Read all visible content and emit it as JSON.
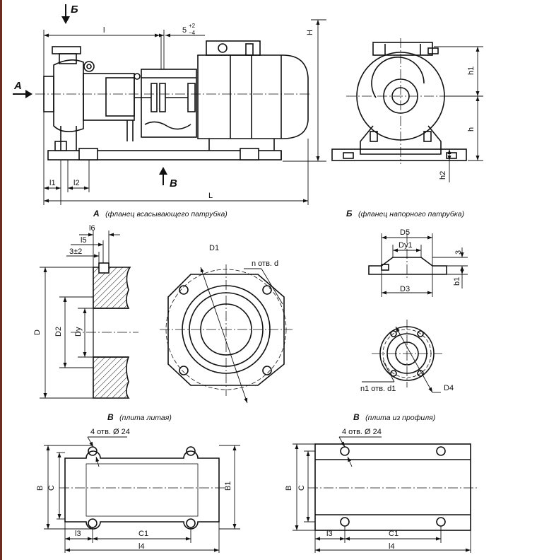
{
  "views": {
    "arrow_a": "A",
    "arrow_b": "Б",
    "arrow_v": "B"
  },
  "dims": {
    "l": "l",
    "gap_base": "5",
    "gap_tol": "+2",
    "gap_tol2": "−4",
    "H": "H",
    "l1": "l1",
    "l2": "l2",
    "L": "L",
    "h": "h",
    "h1": "h1",
    "h2": "h2"
  },
  "captions": {
    "a_letter": "A",
    "a_text": "(фланец всасывающего патрубка)",
    "b_letter": "Б",
    "b_text": "(фланец напорного патрубка)",
    "v1_letter": "B",
    "v1_text": "(плита литая)",
    "v2_letter": "B",
    "v2_text": "(плита из профиля)"
  },
  "flange_a": {
    "l6": "l6",
    "l5": "l5",
    "offset": "3±2",
    "D": "D",
    "D2": "D2",
    "Dy": "Dy",
    "D1": "D1",
    "holes": "n отв. d"
  },
  "flange_b": {
    "D5": "D5",
    "Dy1": "Dy1",
    "D3": "D3",
    "three": "3",
    "b1": "b1",
    "holes": "n1 отв. d1",
    "D4": "D4"
  },
  "plate_cast": {
    "holes": "4 отв. Ø 24",
    "B": "B",
    "C": "C",
    "B1": "B1",
    "l3": "l3",
    "C1": "C1",
    "l4": "l4"
  },
  "plate_profile": {
    "holes": "4 отв. Ø 24",
    "B": "B",
    "C": "C",
    "l3": "l3",
    "C1": "C1",
    "l4": "l4"
  }
}
